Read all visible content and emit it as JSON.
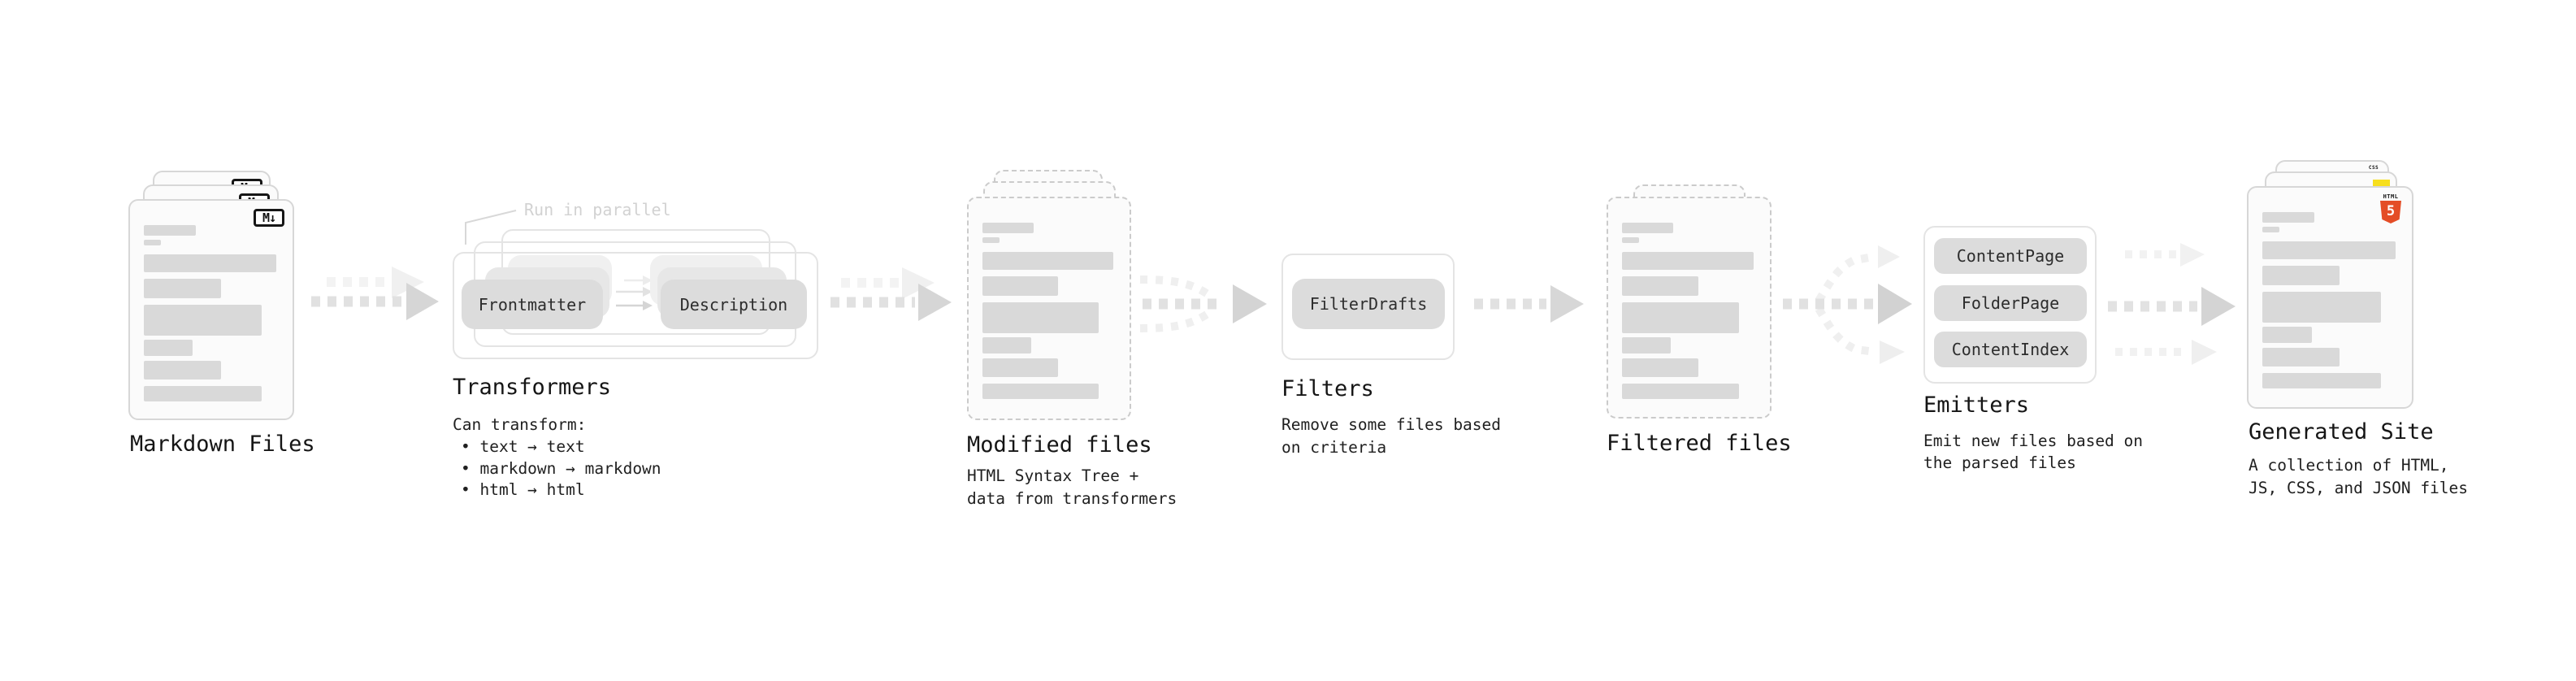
{
  "diagram": {
    "stages": {
      "markdown": {
        "title": "Markdown Files",
        "badge": "M↓"
      },
      "transformers": {
        "title": "Transformers",
        "annotation": "Run in parallel",
        "pill_from": "Frontmatter",
        "pill_to": "Description",
        "desc_intro": "Can transform:",
        "bullets": [
          "• text → text",
          "• markdown → markdown",
          "• html → html"
        ]
      },
      "modified": {
        "title": "Modified files",
        "desc": [
          "HTML Syntax Tree +",
          "data from transformers"
        ]
      },
      "filters": {
        "title": "Filters",
        "pill": "FilterDrafts",
        "desc": [
          "Remove some files based",
          "on criteria"
        ]
      },
      "filtered": {
        "title": "Filtered files"
      },
      "emitters": {
        "title": "Emitters",
        "pills": [
          "ContentPage",
          "FolderPage",
          "ContentIndex"
        ],
        "desc": [
          "Emit new files based on",
          "the parsed files"
        ]
      },
      "generated": {
        "title": "Generated Site",
        "badges": {
          "html_label": "HTML",
          "html_number": "5",
          "css_label": "CSS"
        },
        "desc": [
          "A collection of HTML,",
          "JS, CSS, and JSON files"
        ]
      }
    },
    "colors": {
      "doc_fill": "#fbfbfb",
      "doc_border": "#d7d7d7",
      "dashed_border": "#cbcbcb",
      "content_bar": "#d9d9d9",
      "pill_fill": "#dcdcdc",
      "frame_border": "#e4e4e4",
      "arrow_dash": "#e1e1e1",
      "arrow_head": "#d5d5d5",
      "annotation_gray": "#d2d2d2",
      "html5_orange": "#e44d26",
      "js_yellow": "#f7df1e",
      "css_blue": "#2d65f0"
    }
  }
}
